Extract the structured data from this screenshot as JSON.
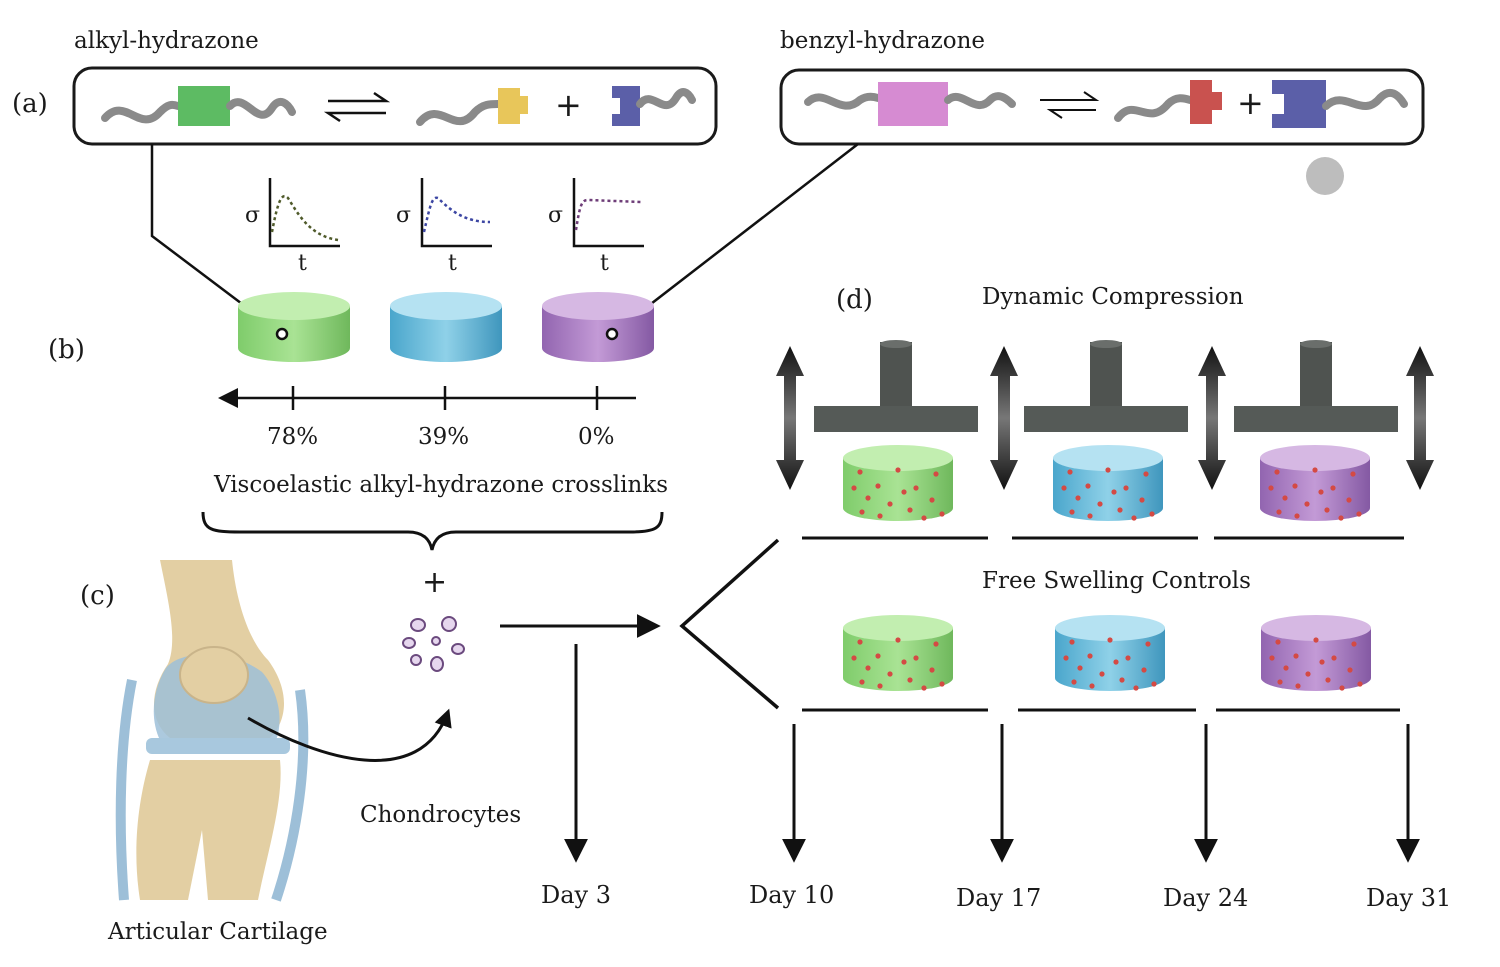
{
  "labels": {
    "alkyl_title": "alkyl-hydrazone",
    "benzyl_title": "benzyl-hydrazone",
    "panel_a": "(a)",
    "panel_b": "(b)",
    "panel_c": "(c)",
    "panel_d": "(d)",
    "sigma": "σ",
    "time": "t",
    "pct_1": "78%",
    "pct_2": "39%",
    "pct_3": "0%",
    "axis_caption": "Viscoelastic alkyl-hydrazone crosslinks",
    "plus": "+",
    "chondrocytes": "Chondrocytes",
    "articular_cartilage": "Articular Cartilage",
    "dynamic_compression": "Dynamic Compression",
    "free_swelling": "Free Swelling Controls"
  },
  "days": [
    "Day 3",
    "Day 10",
    "Day 17",
    "Day 24",
    "Day 31"
  ],
  "colors": {
    "green_gel": "#8fd37a",
    "blue_gel": "#5fb6d6",
    "purple_gel": "#a77ac0",
    "alkyl_block": "#5dbb63",
    "yellow_end": "#e8c65a",
    "indigo_end": "#5b5fa8",
    "benzyl_block": "#d68bd2",
    "red_end": "#c9524f",
    "bone": "#e3cfa3",
    "cartilage": "#9dbfd8"
  },
  "icons": [
    "equilibrium-arrows-icon",
    "double-arrow-icon",
    "knee-joint-icon",
    "cell-icon",
    "compression-piston-icon",
    "down-arrow-icon"
  ]
}
